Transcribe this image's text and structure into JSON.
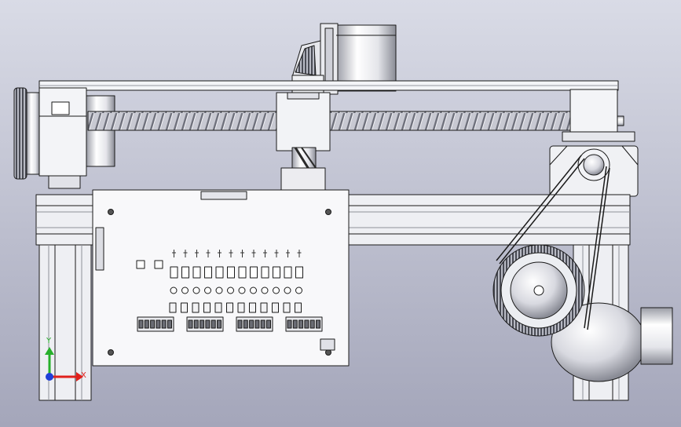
{
  "viewport": {
    "background_top": "#d9dbe6",
    "background_bottom": "#a4a6ba"
  },
  "colors": {
    "part_fill": "#f2f3f7",
    "part_shade": "#c9cbd4",
    "part_dark": "#8e9099",
    "edge": "#1a1a1a",
    "pcb_fill": "#f7f7f9"
  },
  "triad": {
    "x_label": "X",
    "y_label": "Y",
    "x_color": "#e0201c",
    "y_color": "#27b02b",
    "z_color": "#2040d8"
  },
  "model": {
    "board": {
      "led_count": 12,
      "button_count": 12,
      "connector_blocks": 4,
      "pins_per_block": 6
    }
  }
}
